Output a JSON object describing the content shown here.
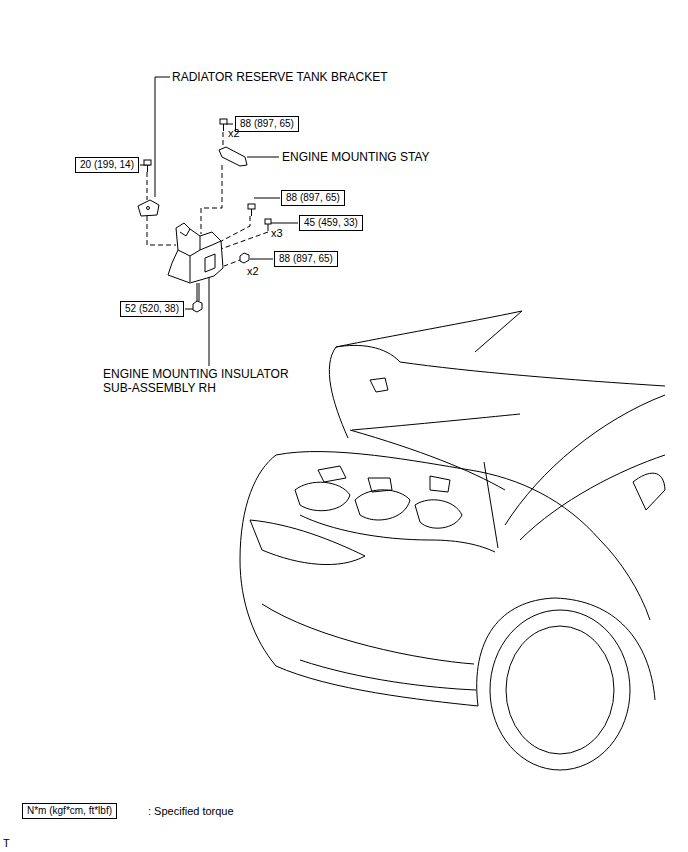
{
  "diagram": {
    "nodes": [
      {
        "text": [
          "88 (897, 65)"
        ]
      },
      {
        "text": [
          "20 (199, 14)"
        ]
      },
      {
        "text": [
          "88 (897, 65)"
        ]
      },
      {
        "text": [
          "45 (459, 33)"
        ]
      },
      {
        "text": [
          "88 (897, 65)"
        ]
      },
      {
        "text": [
          "52 (520, 38)"
        ]
      },
      {
        "text": [
          "N*m (kgf*cm, ft*lbf)"
        ]
      }
    ],
    "labels": [
      "RADIATOR RESERVE TANK BRACKET",
      "x2",
      "ENGINE MOUNTING STAY",
      "x3",
      "x2",
      "ENGINE MOUNTING INSULATOR SUB-ASSEMBLY RH",
      ": Specified torque",
      "T"
    ]
  }
}
